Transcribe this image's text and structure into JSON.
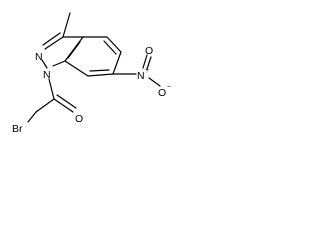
{
  "molecule": {
    "atoms": {
      "methyl": "",
      "n2": "N",
      "n1": "N",
      "carbonyl_o": "O",
      "bromine": "Br",
      "nitro_n": "N",
      "nitro_n_charge": "+",
      "nitro_o_top": "O",
      "nitro_o_right": "O",
      "nitro_o_right_charge": "−"
    }
  }
}
